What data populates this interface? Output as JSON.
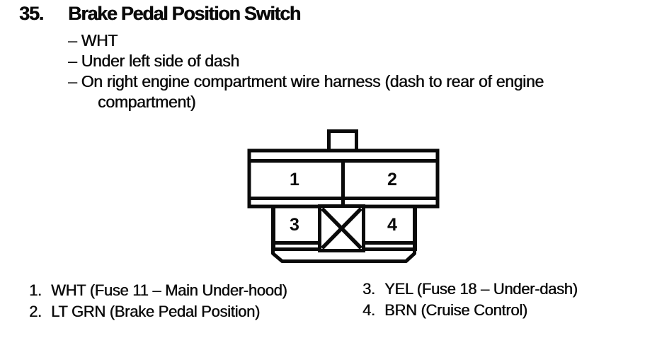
{
  "page": {
    "item_number": "35.",
    "title": "Brake Pedal Position Switch",
    "details": {
      "line1": "– WHT",
      "line2": "– Under left side of dash",
      "line3": "– On right engine compartment wire harness (dash to rear of engine",
      "line4": "compartment)"
    }
  },
  "connector": {
    "cavity_1": "1",
    "cavity_2": "2",
    "cavity_3": "3",
    "cavity_4": "4"
  },
  "legend": {
    "left": [
      {
        "num": "1.",
        "desc": "WHT (Fuse 11 – Main Under-hood)"
      },
      {
        "num": "2.",
        "desc": "LT GRN (Brake Pedal Position)"
      }
    ],
    "right": [
      {
        "num": "3.",
        "desc": "YEL (Fuse 18 – Under-dash)"
      },
      {
        "num": "4.",
        "desc": "BRN (Cruise Control)"
      }
    ]
  },
  "colors": {
    "ink": "#0a0a0a",
    "paper": "#ffffff"
  }
}
